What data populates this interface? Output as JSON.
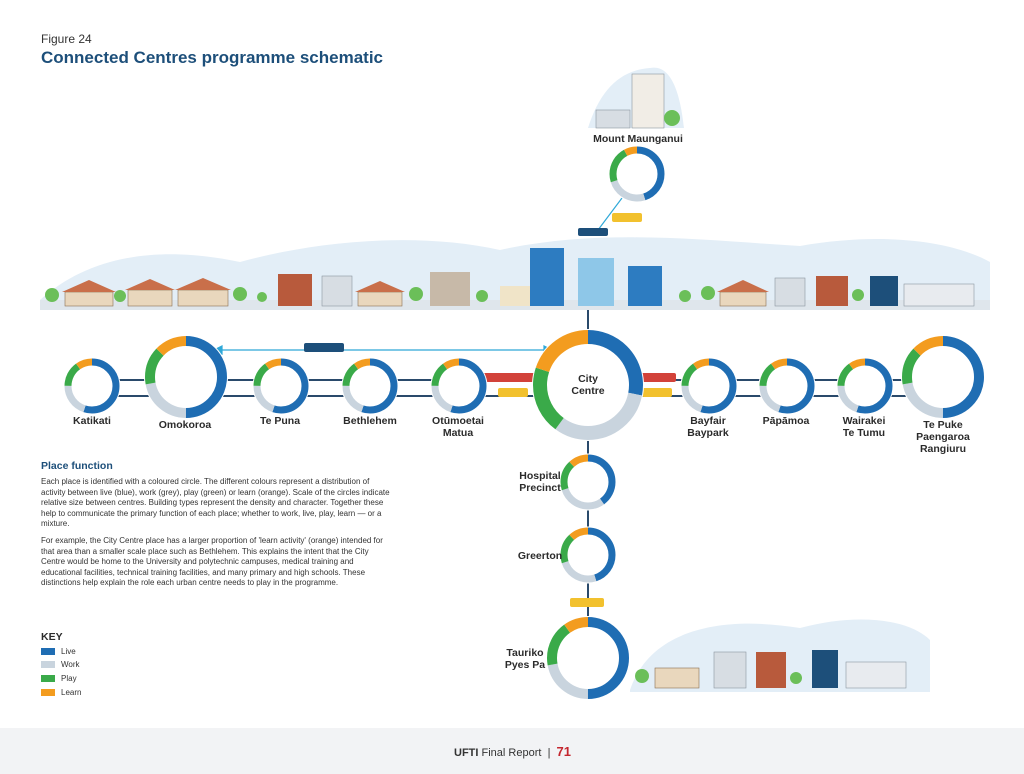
{
  "figure_label": "Figure 24",
  "title": "Connected Centres programme schematic",
  "colors": {
    "live": "#1f6db3",
    "work": "#c9d4de",
    "play": "#3aaa49",
    "learn": "#f39c1f",
    "line": "#2a4a6b",
    "link": "#2ea8d8"
  },
  "places": [
    {
      "id": "mount-maunganui",
      "label": "Mount Maunganui",
      "mix": [
        0.45,
        0.25,
        0.22,
        0.08
      ]
    },
    {
      "id": "katikati",
      "label": "Katikati",
      "mix": [
        0.55,
        0.2,
        0.15,
        0.1
      ]
    },
    {
      "id": "omokoroa",
      "label": "Omokoroa",
      "mix": [
        0.5,
        0.22,
        0.15,
        0.13
      ]
    },
    {
      "id": "te-puna",
      "label": "Te Puna",
      "mix": [
        0.55,
        0.2,
        0.15,
        0.1
      ]
    },
    {
      "id": "bethlehem",
      "label": "Bethlehem",
      "mix": [
        0.55,
        0.2,
        0.15,
        0.1
      ]
    },
    {
      "id": "otumoetai-matua",
      "label": "Otūmoetai\nMatua",
      "mix": [
        0.55,
        0.2,
        0.15,
        0.1
      ]
    },
    {
      "id": "city-centre",
      "label": "City\nCentre",
      "mix": [
        0.28,
        0.32,
        0.2,
        0.2
      ]
    },
    {
      "id": "bayfair-baypark",
      "label": "Bayfair\nBaypark",
      "mix": [
        0.55,
        0.2,
        0.15,
        0.1
      ]
    },
    {
      "id": "papamoa",
      "label": "Pāpāmoa",
      "mix": [
        0.55,
        0.2,
        0.15,
        0.1
      ]
    },
    {
      "id": "wairakei-te-tumu",
      "label": "Wairakei\nTe Tumu",
      "mix": [
        0.55,
        0.2,
        0.15,
        0.1
      ]
    },
    {
      "id": "te-puke",
      "label": "Te Puke\nPaengaroa\nRangiuru",
      "mix": [
        0.5,
        0.22,
        0.15,
        0.13
      ]
    },
    {
      "id": "hospital-precinct",
      "label": "Hospital\nPrecinct",
      "mix": [
        0.4,
        0.3,
        0.18,
        0.12
      ]
    },
    {
      "id": "greerton",
      "label": "Greerton",
      "mix": [
        0.45,
        0.25,
        0.18,
        0.12
      ]
    },
    {
      "id": "tauriko-pyes-pa",
      "label": "Tauriko\nPyes Pa",
      "mix": [
        0.5,
        0.22,
        0.18,
        0.1
      ]
    }
  ],
  "place_function": {
    "title": "Place function",
    "para1": "Each place is identified with a coloured circle. The different colours represent a distribution of activity between live (blue), work (grey), play (green) or learn (orange). Scale of the circles indicate relative size between centres. Building types represent the density and character. Together these help to communicate the primary function of each place; whether to work, live, play, learn — or a mixture.",
    "para2": "For example, the City Centre place has a larger proportion of 'learn activity' (orange) intended for that area than a smaller scale place such as Bethlehem. This explains the intent that the City Centre would be home to the University and polytechnic campuses, medical training and educational facilities, technical training facilities, and many primary and high schools. These distinctions help explain the role each urban centre needs to play in the programme."
  },
  "key": {
    "title": "KEY",
    "items": [
      {
        "label": "Live",
        "color": "#1f6db3"
      },
      {
        "label": "Work",
        "color": "#c9d4de"
      },
      {
        "label": "Play",
        "color": "#3aaa49"
      },
      {
        "label": "Learn",
        "color": "#f39c1f"
      }
    ]
  },
  "footer": {
    "report": "UFTI",
    "report_suffix": " Final Report",
    "separator": "|",
    "page": "71"
  }
}
